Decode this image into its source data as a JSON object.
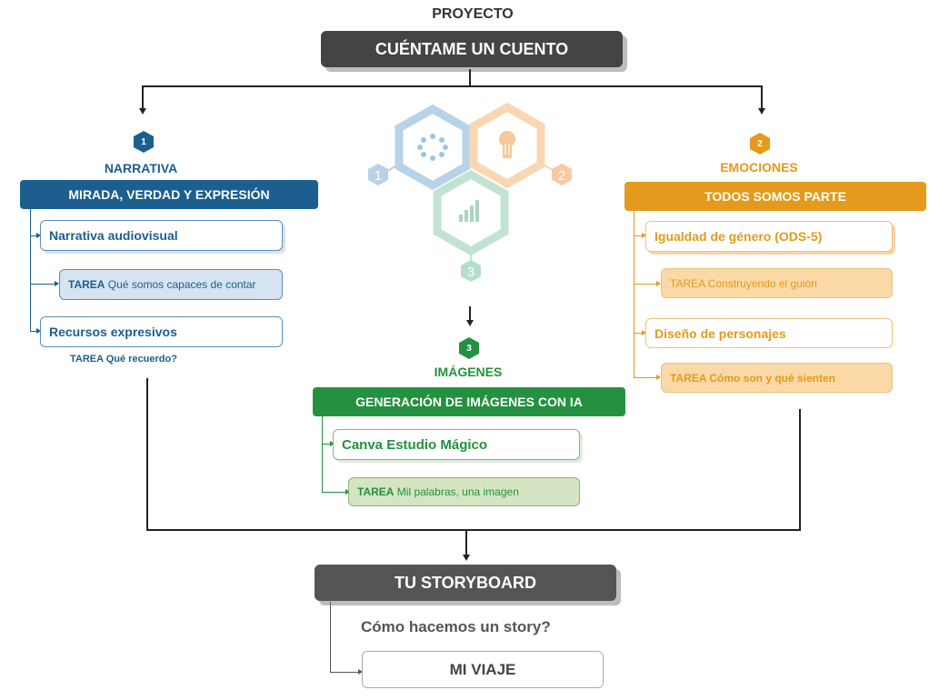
{
  "project": {
    "label": "PROYECTO",
    "title": "CUÉNTAME UN CUENTO"
  },
  "colors": {
    "narrativa": "#1c5f8f",
    "emociones": "#e39a1d",
    "imagenes": "#23913f",
    "dark": "#444444"
  },
  "sections": {
    "narrativa": {
      "number": "1",
      "label": "NARRATIVA",
      "header": "MIRADA, VERDAD Y EXPRESIÓN",
      "item1": "Narrativa audiovisual",
      "task1_prefix": "TAREA",
      "task1_text": "Qué somos capaces de contar",
      "item2": "Recursos expresivos",
      "task2": "TAREA Qué recuerdo?"
    },
    "emociones": {
      "number": "2",
      "label": "EMOCIONES",
      "header": "TODOS SOMOS PARTE",
      "item1": "Igualdad de género (ODS-5)",
      "task1": "TAREA Construyendo el guión",
      "item2": "Diseño de personajes",
      "task2": "TAREA Cómo son y qué sienten"
    },
    "imagenes": {
      "number": "3",
      "label": "IMÁGENES",
      "header": "GENERACIÓN DE IMÁGENES CON IA",
      "item1": "Canva Estudio Mágico",
      "task1_prefix": "TAREA",
      "task1_text": "Mil palabras, una imagen"
    }
  },
  "infographic": {
    "hex1_number": "1",
    "hex2_number": "2",
    "hex3_number": "3",
    "hex1_icon": "dots-circle-icon",
    "hex2_icon": "lightbulb-icon",
    "hex3_icon": "bar-chart-icon"
  },
  "storyboard": {
    "title": "TU STORYBOARD",
    "question": "Cómo hacemos un story?",
    "item": "MI VIAJE"
  }
}
